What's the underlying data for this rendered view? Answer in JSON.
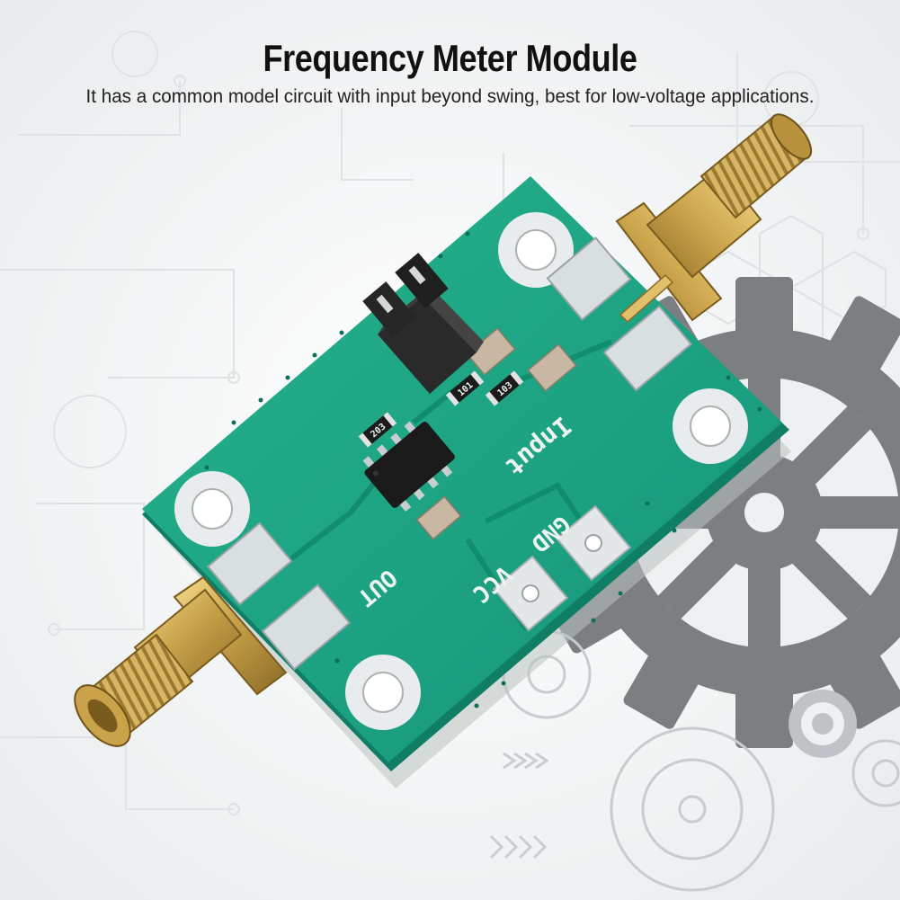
{
  "header": {
    "title": "Frequency Meter Module",
    "subtitle": "It has a common model circuit with input beyond swing, best for low-voltage applications."
  },
  "board": {
    "labels": {
      "input": "Input",
      "gnd": "GND",
      "vcc": "VCC",
      "out": "OUT"
    },
    "resistor_codes": [
      "101",
      "103",
      "203"
    ]
  },
  "colors": {
    "pcb_green": "#1ea783",
    "connector_gold": "#c9a24a",
    "gear_gray": "#7c7f82",
    "title_text": "#111111"
  }
}
